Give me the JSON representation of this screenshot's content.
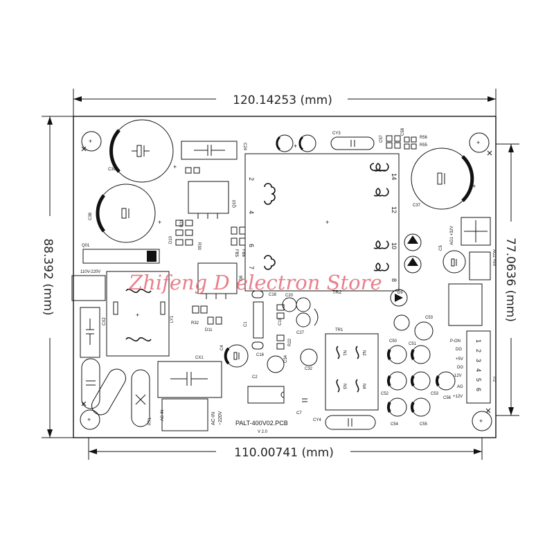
{
  "dimensions": {
    "width_top": "120.14253 (mm)",
    "height_left": "88.392 (mm)",
    "height_right": "77.0636 (mm)",
    "width_bottom": "110.00741 (mm)"
  },
  "board": {
    "name": "PALT-400V02.PCB",
    "version": "V 2.0",
    "input_label": "AC-IN ~220V",
    "input_line1": "AC-IN",
    "input_line2": "~220V",
    "voltage_select": "110V-220V",
    "connector_ag1": "AG1 +32V",
    "connector_ag2": "AG2 +5V"
  },
  "output_pins": {
    "numbers": [
      "1",
      "2",
      "3",
      "4",
      "5",
      "6"
    ],
    "signals": [
      "P-ON",
      "DG",
      "+5V",
      "DG",
      "-12V",
      "AG",
      "+12V"
    ],
    "connector": "P2"
  },
  "components": {
    "c39": "C39",
    "c38": "C38",
    "c37": "C37",
    "c24": "C24",
    "cy3": "CY3",
    "q01": "Q01",
    "q10": "Q10",
    "q8": "Q8",
    "d10": "D10",
    "r30": "R30",
    "r31": "R31",
    "d11": "D11",
    "r32": "R32",
    "fb5": "FB5",
    "fb6": "FB6",
    "c18": "C18",
    "c20": "C20",
    "c27": "C27",
    "c10": "C10",
    "c1": "C1",
    "c16": "C16",
    "c4": "C4",
    "c34": "C34",
    "c32": "C32",
    "c2": "C2",
    "r22": "R22",
    "tr2": "TR2",
    "tr1": "TR1",
    "d9": "D9",
    "c53a": "C53",
    "c50": "C50",
    "c51": "C51",
    "c52": "C52",
    "c53b": "C53",
    "c54": "C54",
    "c55": "C55",
    "c56": "C56",
    "c5": "C5",
    "cx1": "CX1",
    "cx2": "CX2",
    "ly1": "LY1",
    "rt1": "RT1",
    "c7": "C7",
    "cy4": "CY4",
    "r56": "R56",
    "r55": "R55",
    "c57": "C57",
    "c58": "C58",
    "tr_pins": [
      "2",
      "4",
      "6",
      "7",
      "14",
      "12",
      "10",
      "8"
    ],
    "tr1_windings": [
      "N1",
      "N2",
      "N3",
      "N4"
    ]
  },
  "watermark": "Zhifeng D electron Store"
}
